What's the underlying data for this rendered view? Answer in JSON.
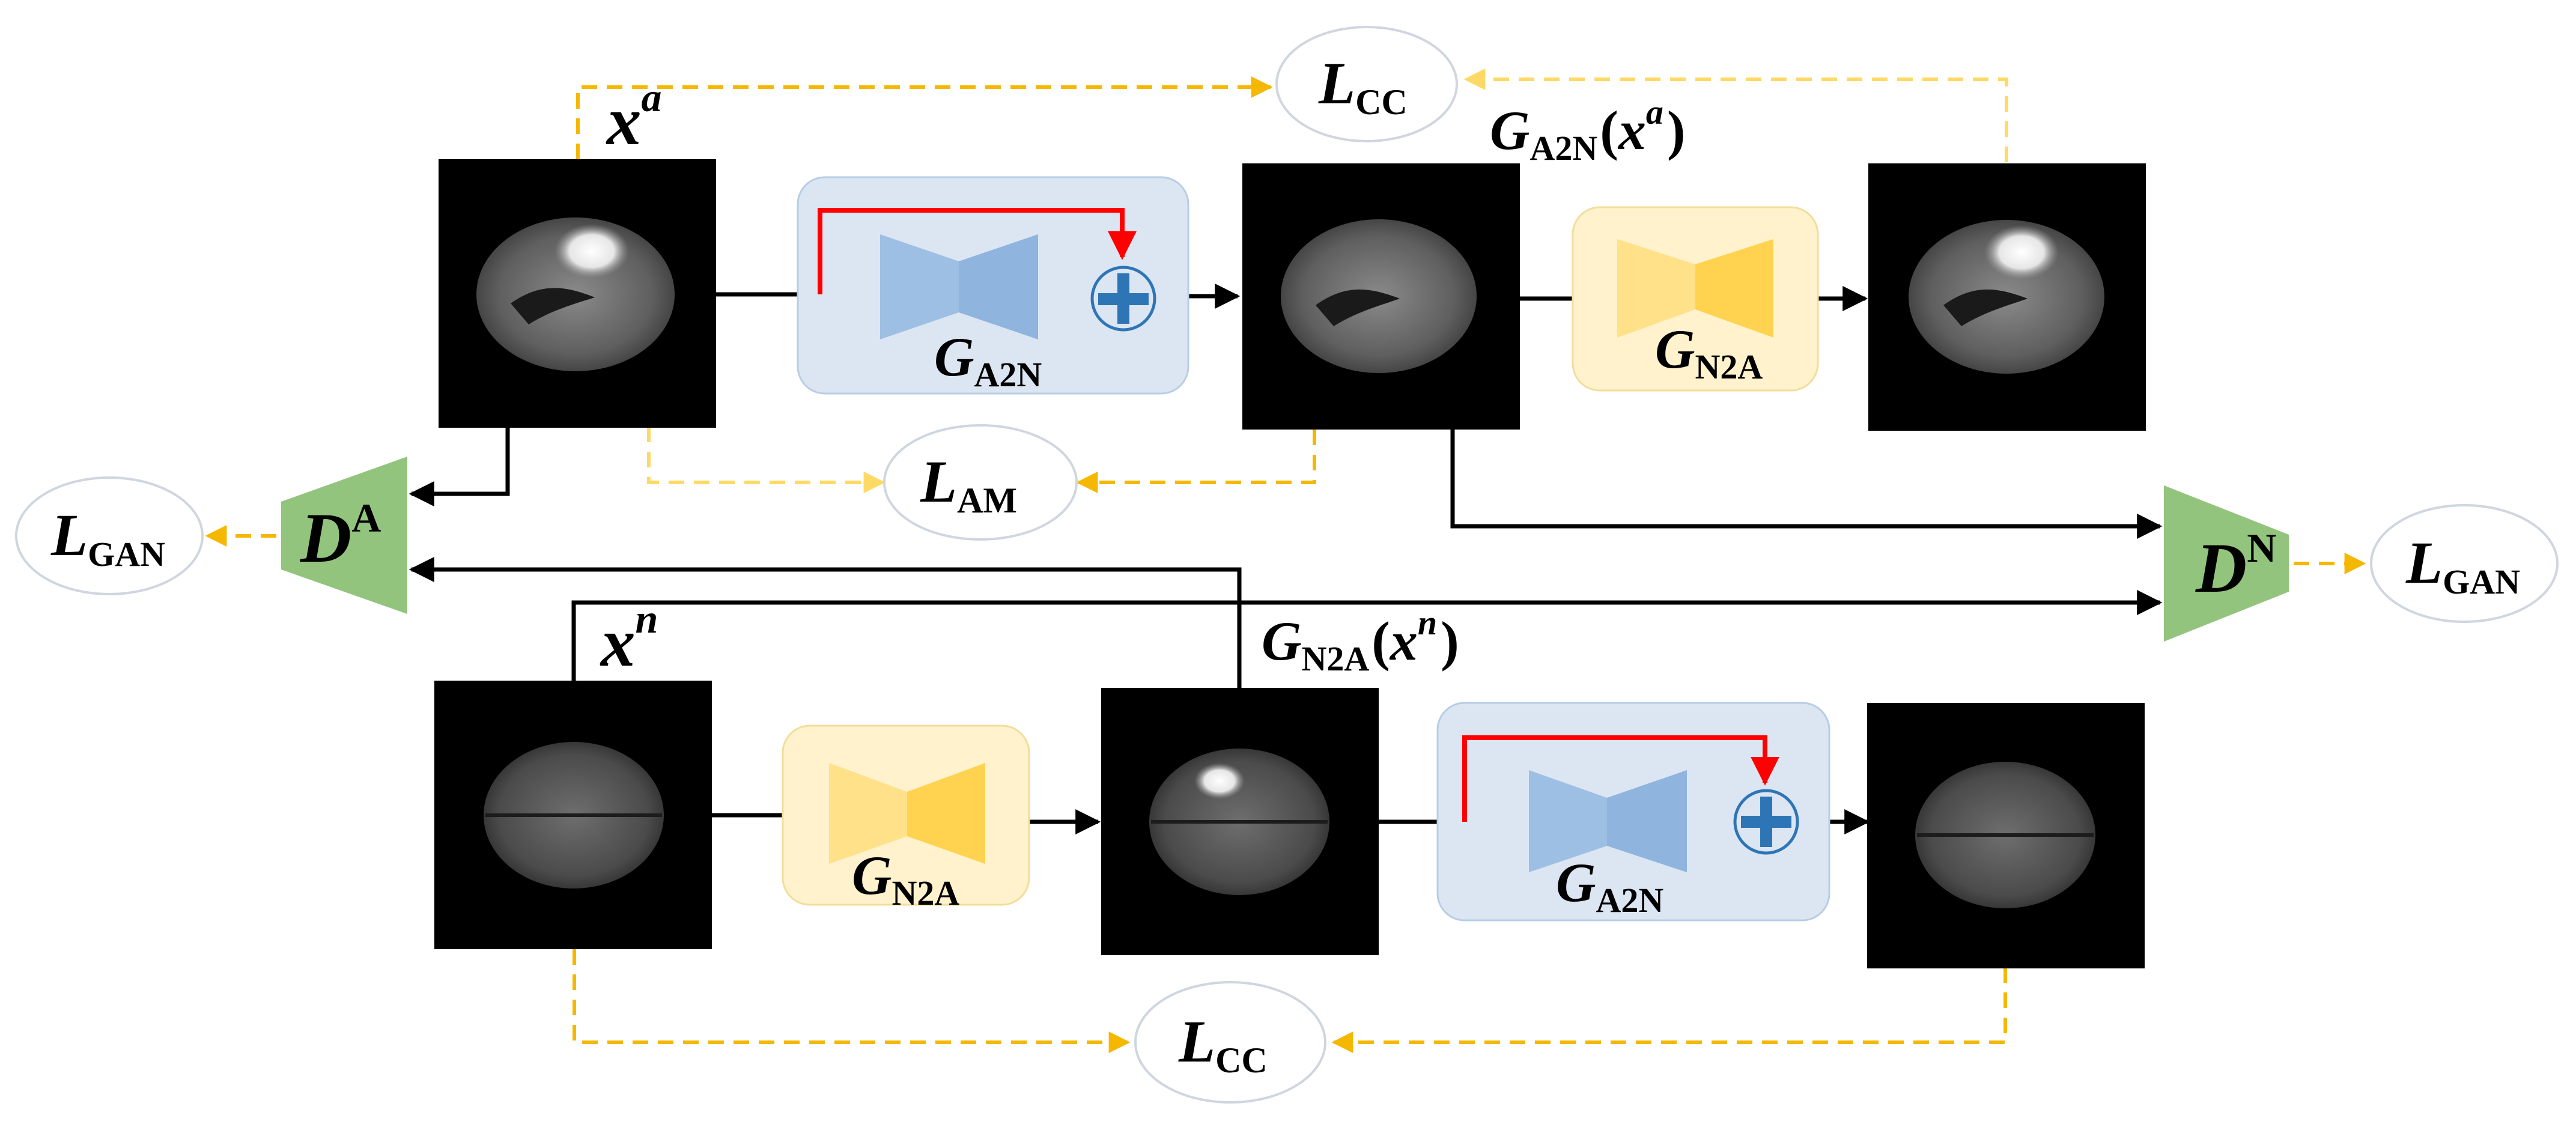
{
  "labels": {
    "xa": {
      "main": "x",
      "sup": "a"
    },
    "xn": {
      "main": "x",
      "sup": "n"
    },
    "ga2n_xa": {
      "G": "G",
      "sub": "A2N",
      "open": "(",
      "x": "x",
      "sup": "a",
      "close": ")"
    },
    "gn2a_xn": {
      "G": "G",
      "sub": "N2A",
      "open": "(",
      "x": "x",
      "sup": "n",
      "close": ")"
    }
  },
  "losses": {
    "lcc_top": {
      "main": "L",
      "sub": "CC"
    },
    "lcc_bottom": {
      "main": "L",
      "sub": "CC"
    },
    "lam": {
      "main": "L",
      "sub": "AM"
    },
    "lgan_left": {
      "main": "L",
      "sub": "GAN"
    },
    "lgan_right": {
      "main": "L",
      "sub": "GAN"
    }
  },
  "generators": {
    "top_a2n": {
      "main": "G",
      "sub": "A2N"
    },
    "top_n2a": {
      "main": "G",
      "sub": "N2A"
    },
    "bottom_n2a": {
      "main": "G",
      "sub": "N2A"
    },
    "bottom_a2n": {
      "main": "G",
      "sub": "A2N"
    }
  },
  "discriminators": {
    "da": {
      "main": "D",
      "sup": "A"
    },
    "dn": {
      "main": "D",
      "sup": "N"
    }
  },
  "colors": {
    "blue_panel": "#dce6f2",
    "blue_shape": "#9dbfe3",
    "blue_shape_dark": "#8fb4de",
    "yellow_panel": "#fff2cc",
    "yellow_shape": "#ffe18a",
    "yellow_shape_dark": "#ffd34f",
    "green": "#93c47d",
    "dashed_orange": "#f5b800",
    "dashed_light": "#ffd966",
    "red": "#ff0000",
    "plus_blue": "#2e75b6"
  }
}
